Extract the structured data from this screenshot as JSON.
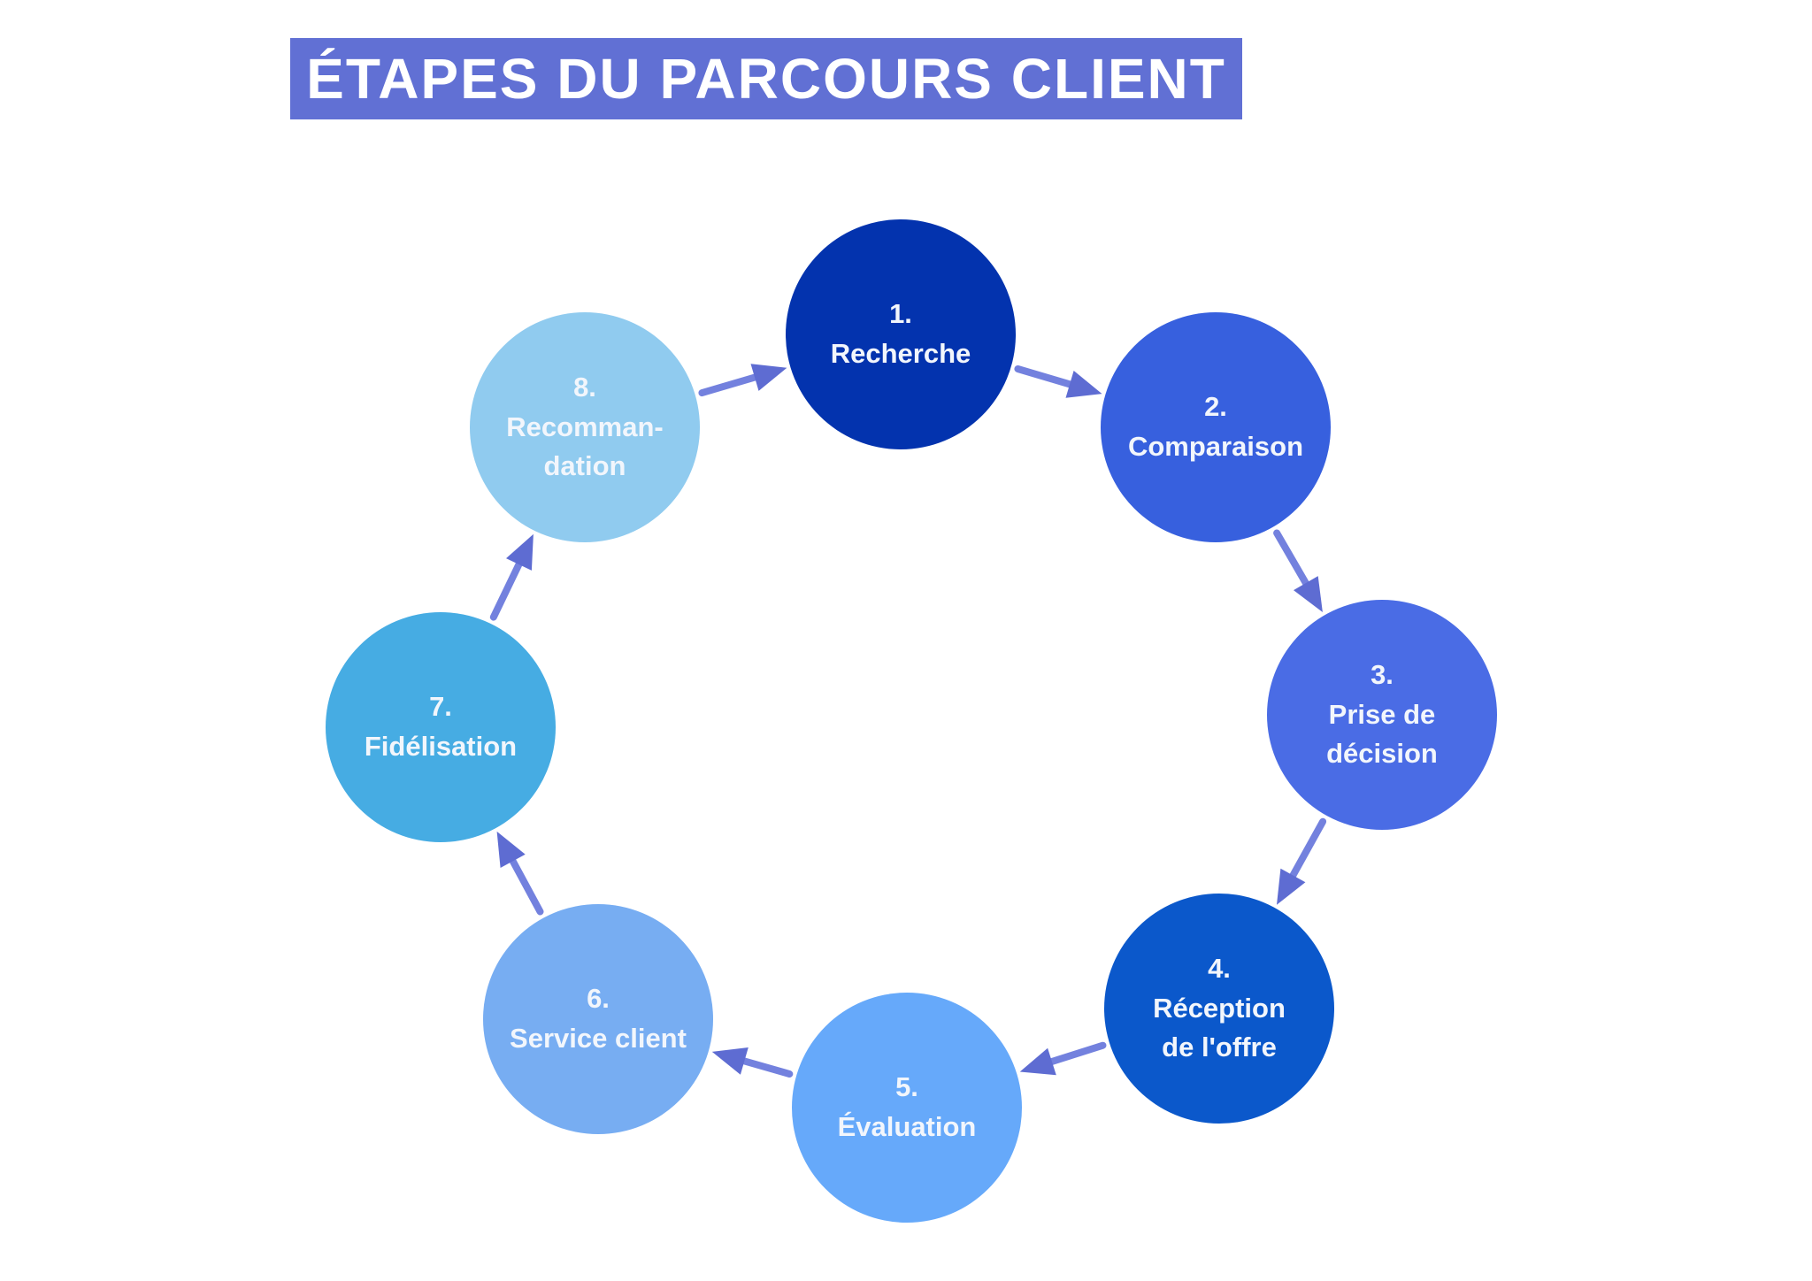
{
  "title": "ÉTAPES DU PARCOURS CLIENT",
  "banner": {
    "background": "#6170D4",
    "text_color": "#FFFFFF"
  },
  "arrow": {
    "shaft_color": "#7381DE",
    "head_color": "#5E6CD2"
  },
  "nodes": [
    {
      "number": "1.",
      "label": "Recherche",
      "color": "#0333AE"
    },
    {
      "number": "2.",
      "label": "Comparaison",
      "color": "#3760DE"
    },
    {
      "number": "3.",
      "label": "Prise de\ndécision",
      "color": "#4A6CE5"
    },
    {
      "number": "4.",
      "label": "Réception\nde l'offre",
      "color": "#0B58CB"
    },
    {
      "number": "5.",
      "label": "Évaluation",
      "color": "#66A9FA"
    },
    {
      "number": "6.",
      "label": "Service client",
      "color": "#77ADF2"
    },
    {
      "number": "7.",
      "label": "Fidélisation",
      "color": "#46ACE3"
    },
    {
      "number": "8.",
      "label": "Recomman-\ndation",
      "color": "#90CBEF"
    }
  ]
}
